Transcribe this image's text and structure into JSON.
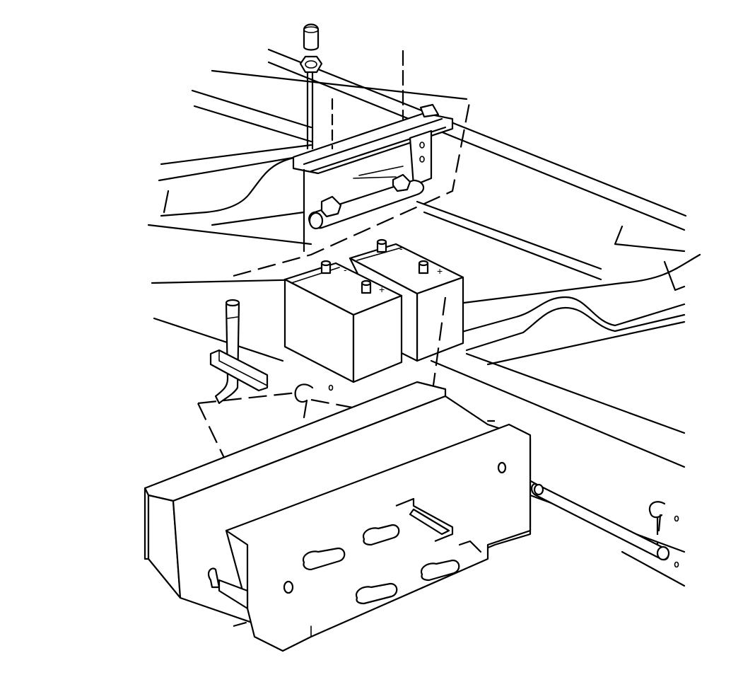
{
  "diagram": {
    "type": "technical-line-drawing",
    "colors": {
      "ink": "#000000",
      "paper": "#ffffff"
    },
    "labels": {
      "battery_left_positive": "+",
      "battery_right_positive": "+",
      "battery_left_negative": "-",
      "battery_right_negative": "-"
    },
    "components": [
      "frame-rail",
      "crossmember",
      "hold-down-bracket",
      "hold-down-bolt",
      "nut",
      "cap",
      "battery-left",
      "battery-right",
      "battery-tray",
      "support-rod",
      "retaining-clip-left",
      "retaining-clip-right",
      "battery-cable"
    ]
  }
}
